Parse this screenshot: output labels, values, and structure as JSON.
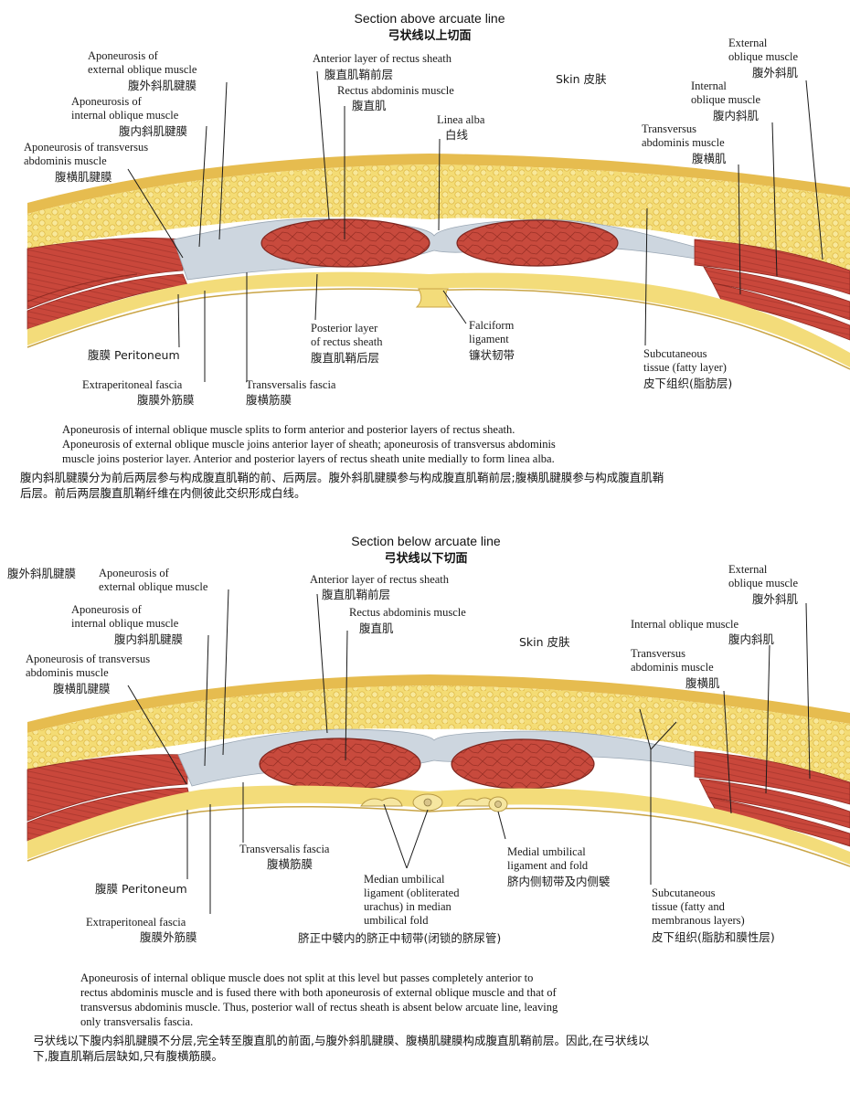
{
  "top": {
    "title_en": "Section above arcuate line",
    "title_zh": "弓状线以上切面",
    "labels": {
      "ext_obl_apo": "Aponeurosis of\nexternal oblique muscle",
      "ext_obl_apo_zh": "腹外斜肌腱膜",
      "int_obl_apo": "Aponeurosis of\ninternal oblique muscle",
      "int_obl_apo_zh": "腹内斜肌腱膜",
      "trans_apo": "Aponeurosis of transversus\nabdominis muscle",
      "trans_apo_zh": "腹横肌腱膜",
      "ant_sheath": "Anterior layer of rectus sheath",
      "ant_sheath_zh": "腹直肌鞘前层",
      "rectus": "Rectus abdominis muscle",
      "rectus_zh": "腹直肌",
      "linea_alba": "Linea alba",
      "linea_alba_zh": "白线",
      "skin": "Skin 皮肤",
      "ext_obl": "External\noblique muscle",
      "ext_obl_zh": "腹外斜肌",
      "int_obl": "Internal\noblique muscle",
      "int_obl_zh": "腹内斜肌",
      "trans": "Transversus\nabdominis muscle",
      "trans_zh": "腹横肌",
      "post_sheath": "Posterior layer\nof rectus sheath",
      "post_sheath_zh": "腹直肌鞘后层",
      "falciform": "Falciform\nligament",
      "falciform_zh": "镰状韧带",
      "peritoneum": "腹膜 Peritoneum",
      "extraperitoneal": "Extraperitoneal fascia",
      "extraperitoneal_zh": "腹膜外筋膜",
      "transversalis": "Transversalis fascia",
      "transversalis_zh": "腹横筋膜",
      "subcut": "Subcutaneous\ntissue (fatty layer)",
      "subcut_zh": "皮下组织(脂肪层)"
    },
    "caption_en": "Aponeurosis of internal oblique muscle splits to form anterior and posterior layers of rectus sheath.\nAponeurosis of external oblique muscle joins anterior layer of sheath; aponeurosis of transversus abdominis\nmuscle joins posterior layer. Anterior and posterior layers of rectus sheath unite medially to form linea alba.",
    "caption_zh": "腹内斜肌腱膜分为前后两层参与构成腹直肌鞘的前、后两层。腹外斜肌腱膜参与构成腹直肌鞘前层;腹横肌腱膜参与构成腹直肌鞘\n后层。前后两层腹直肌鞘纤维在内侧彼此交织形成白线。"
  },
  "bottom": {
    "title_en": "Section below arcuate line",
    "title_zh": "弓状线以下切面",
    "labels": {
      "ext_obl_apo_zh": "腹外斜肌腱膜",
      "ext_obl_apo": "Aponeurosis of\nexternal oblique muscle",
      "int_obl_apo": "Aponeurosis of\ninternal oblique muscle",
      "int_obl_apo_zh": "腹内斜肌腱膜",
      "trans_apo": "Aponeurosis of transversus\nabdominis muscle",
      "trans_apo_zh": "腹横肌腱膜",
      "ant_sheath": "Anterior layer of rectus sheath",
      "ant_sheath_zh": "腹直肌鞘前层",
      "rectus": "Rectus abdominis muscle",
      "rectus_zh": "腹直肌",
      "skin": "Skin 皮肤",
      "ext_obl": "External\noblique muscle",
      "ext_obl_zh": "腹外斜肌",
      "int_obl": "Internal oblique muscle",
      "int_obl_zh": "腹内斜肌",
      "trans": "Transversus\nabdominis muscle",
      "trans_zh": "腹横肌",
      "transversalis": "Transversalis fascia",
      "transversalis_zh": "腹横筋膜",
      "medial_umb": "Medial umbilical\nligament and fold",
      "medial_umb_zh": "脐内侧韧带及内侧襞",
      "peritoneum": "腹膜 Peritoneum",
      "median_umb": "Median umbilical\nligament (obliterated\nurachus) in median\numbilical fold",
      "median_umb_zh": "脐正中襞内的脐正中韧带(闭锁的脐尿管)",
      "subcut": "Subcutaneous\ntissue (fatty and\nmembranous layers)",
      "subcut_zh": "皮下组织(脂肪和膜性层)",
      "extraperitoneal": "Extraperitoneal fascia",
      "extraperitoneal_zh": "腹膜外筋膜"
    },
    "caption_en": "Aponeurosis of internal oblique muscle does not split at this level but passes completely anterior to\nrectus abdominis muscle and is fused there with both aponeurosis of external oblique muscle and that of\ntransversus abdominis muscle. Thus, posterior wall of rectus sheath is absent below arcuate line, leaving\nonly transversalis fascia.",
    "caption_zh": "弓状线以下腹内斜肌腱膜不分层,完全转至腹直肌的前面,与腹外斜肌腱膜、腹横肌腱膜构成腹直肌鞘前层。因此,在弓状线以\n下,腹直肌鞘后层缺如,只有腹横筋膜。"
  },
  "colors": {
    "fat": "#f3d86a",
    "fat_dot": "#e2b83a",
    "muscle": "#c94a3e",
    "muscle_line": "#8e2a22",
    "fascia": "#c9d2dc",
    "skin": "#e9c25a"
  }
}
